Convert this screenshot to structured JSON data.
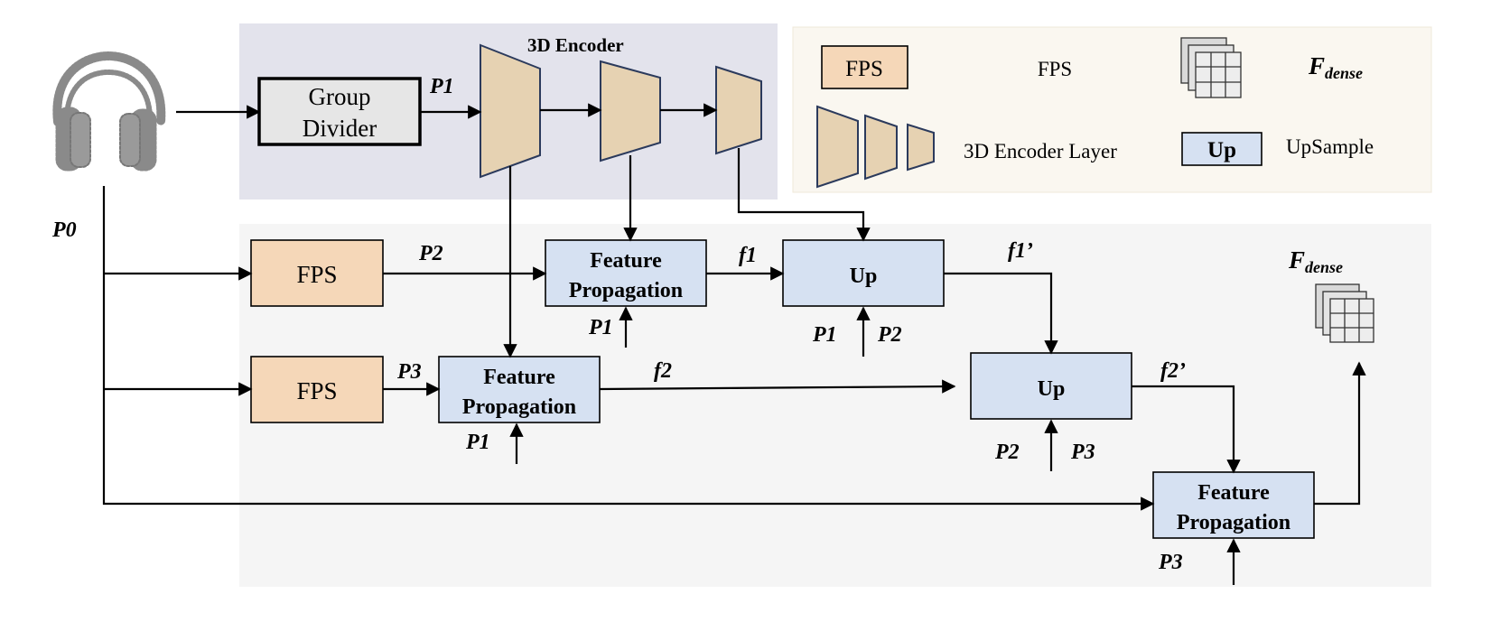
{
  "encoder": {
    "title": "3D Encoder"
  },
  "group_divider": {
    "line1": "Group",
    "line2": "Divider"
  },
  "labels": {
    "p0": "P0",
    "p1_top": "P1",
    "p2_fps": "P2",
    "p3_fps": "P3",
    "f1": "f1",
    "f2": "f2",
    "f1_prime": "f1’",
    "f2_prime": "f2’",
    "fp1_in": "P1",
    "fp2_in": "P1",
    "up1_in_a": "P1",
    "up1_in_b": "P2",
    "up2_in_a": "P2",
    "up2_in_b": "P3",
    "fp3_in": "P3"
  },
  "fps_box_1": "FPS",
  "fps_box_2": "FPS",
  "feature_prop_1": {
    "line1": "Feature",
    "line2": "Propagation"
  },
  "feature_prop_2": {
    "line1": "Feature",
    "line2": "Propagation"
  },
  "feature_prop_3": {
    "line1": "Feature",
    "line2": "Propagation"
  },
  "up_1": "Up",
  "up_2": "Up",
  "output": {
    "symbol": "F",
    "subscript": "dense"
  },
  "legend": {
    "fps_swatch": "FPS",
    "fps_label": "FPS",
    "dense_symbol": "F",
    "dense_subscript": "dense",
    "encoder_label": "3D Encoder Layer",
    "up_swatch": "Up",
    "up_label": "UpSample"
  },
  "colors": {
    "encoder_panel": "#e3e3ec",
    "main_panel": "#f5f5f5",
    "legend_panel": "#faf7f0",
    "fps_fill": "#f5d7b8",
    "blue_fill": "#d6e1f2",
    "trapezoid_fill": "#e6d2b2",
    "trapezoid_stroke": "#2b3a5c",
    "group_fill": "#e6e6e6",
    "headphone": "#7a7a7a"
  }
}
